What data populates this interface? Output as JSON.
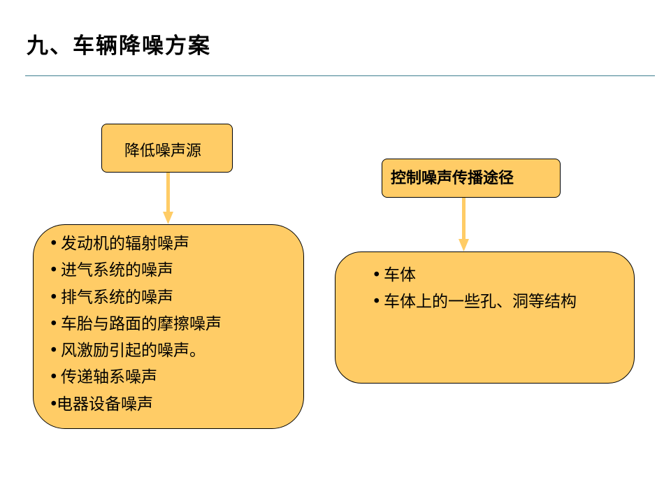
{
  "slide": {
    "title": "九、车辆降噪方案"
  },
  "source_box": {
    "label": "降低噪声源",
    "items": [
      {
        "bullet": "•",
        "text": "发动机的辐射噪声"
      },
      {
        "bullet": "•",
        "text": "进气系统的噪声"
      },
      {
        "bullet": "•",
        "text": "排气系统的噪声"
      },
      {
        "bullet": "•",
        "text": "车胎与路面的摩擦噪声"
      },
      {
        "bullet": "•",
        "text": "风激励引起的噪声。"
      },
      {
        "bullet": "•",
        "text": "传递轴系噪声"
      },
      {
        "bullet": "•",
        "text": "电器设备噪声"
      }
    ]
  },
  "path_box": {
    "label": "控制噪声传播途径",
    "items": [
      {
        "bullet": "•",
        "text": "车体"
      },
      {
        "bullet": "•",
        "text": "车体上的一些孔、洞等结构"
      }
    ]
  },
  "colors": {
    "box_fill": "#ffcc66",
    "arrow": "#ffcc66",
    "rule": "#3f7f8f"
  }
}
